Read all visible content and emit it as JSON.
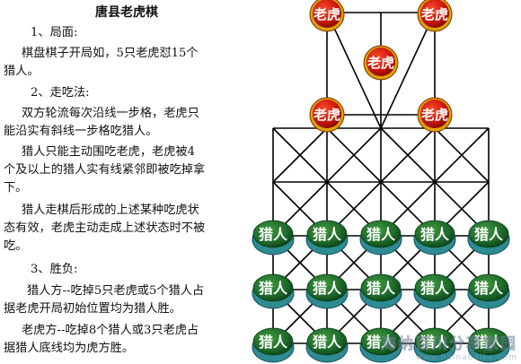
{
  "rules": {
    "title": "唐县老虎棋",
    "lines": [
      "1、局面:",
      "棋盘棋子开局如，5只老虎怼15个",
      "猎人。",
      "2、走吃法:",
      "双方轮流每次沿线一步格，老虎只",
      "能沿实有斜线一步格吃猎人。",
      "猎人只能主动围吃老虎，老虎被4",
      "个及以上的猎人实有线紧邻即被吃掉拿",
      "下。",
      "猎人走棋后形成的上述某种吃虎状",
      "态有效，老虎主动走成上述状态时不被",
      "吃。",
      "3、胜负:",
      "猎人方--吃掉5只老虎或5个猎人占",
      "据老虎开局初始位置均为猎人胜。",
      "老虎方--吃掉8个猎人或3只老虎占",
      "据猎人底线均为虎方胜。"
    ]
  },
  "board": {
    "tiger_label": "老虎",
    "hunter_label": "猎人",
    "tiger_count": 5,
    "hunter_count": 15,
    "colors": {
      "tiger_fill": "#c8160c",
      "tiger_rim": "#e0a000",
      "hunter_fill": "#1e6a2c",
      "hunter_rim": "#2e8a93",
      "line": "#000000"
    }
  },
  "watermark": {
    "text": "海纳百川分享家园",
    "url": "www.hainabaike.com"
  }
}
